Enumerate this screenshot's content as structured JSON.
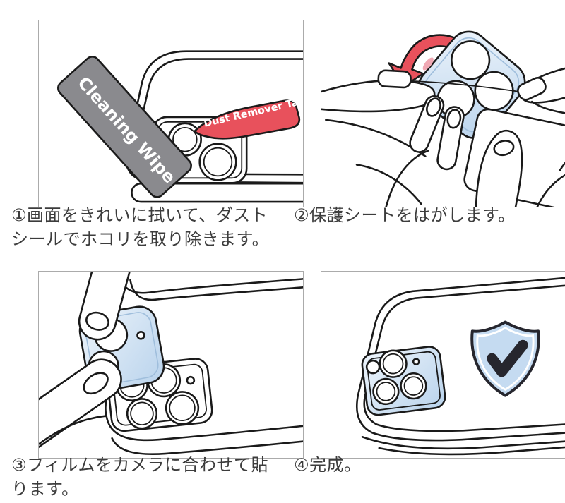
{
  "panels": [
    {
      "caption": "①画面をきれいに拭いて、ダストシールでホコリを取り除きます。",
      "wipe_label": "Cleaning Wipe",
      "tape_label": "Dust Remover Tape"
    },
    {
      "caption": "②保護シートをはがします。"
    },
    {
      "caption": "③フィルムをカメラに合わせて貼ります。"
    },
    {
      "caption": "④完成。"
    }
  ],
  "colors": {
    "accent_red": "#E8515C",
    "peel_pink": "#F0A9B4",
    "wipe_gray": "#8A8A8E",
    "film_light": "#EDF4FB",
    "film_deep": "#B9D3EC",
    "shield_fill": "#C5DBF1",
    "check_dark": "#26262E",
    "lens_gray": "#D5D5D5",
    "ink": "#1A1A1A",
    "panel_border": "#ABABAB",
    "caption_text": "#3C3C3C"
  }
}
